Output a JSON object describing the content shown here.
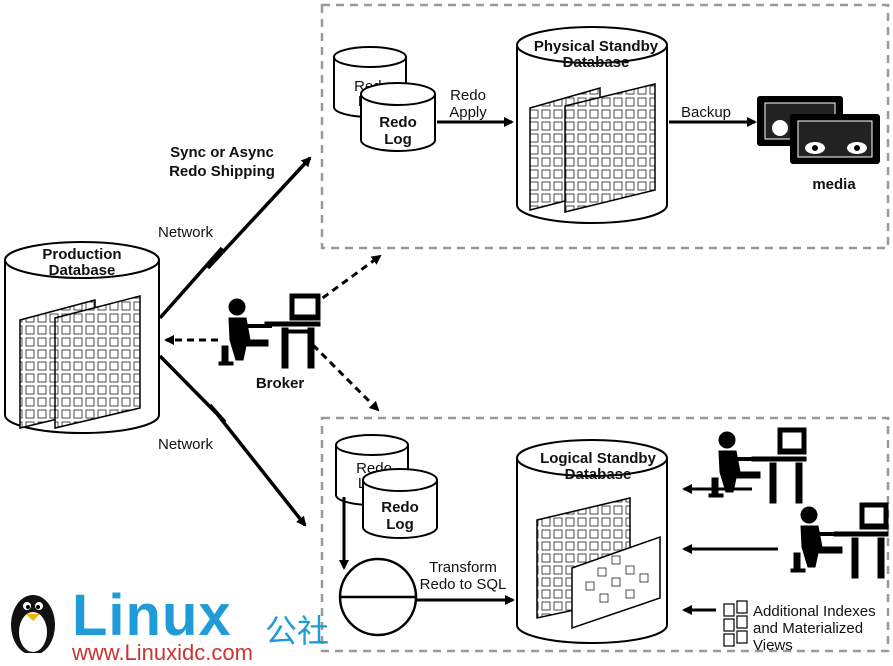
{
  "production": {
    "title_l1": "Production",
    "title_l2": "Database"
  },
  "physical": {
    "title_l1": "Physical Standby",
    "title_l2": "Database"
  },
  "logical": {
    "title_l1": "Logical Standby",
    "title_l2": "Database"
  },
  "redo_log": {
    "back_l1": "Redo",
    "back_l2": "L",
    "front_l1": "Redo",
    "front_l2": "Log"
  },
  "labels": {
    "sync_l1": "Sync or Async",
    "sync_l2": "Redo Shipping",
    "network": "Network",
    "redo_apply_l1": "Redo",
    "redo_apply_l2": "Apply",
    "backup": "Backup",
    "media": "media",
    "broker": "Broker",
    "transform_l1": "Transform",
    "transform_l2": "Redo to SQL",
    "additional_l1": "Additional Indexes",
    "additional_l2": "and Materialized",
    "additional_l3": "Views"
  },
  "watermark": {
    "brand": "Linux",
    "cn": "公社",
    "url": "www.Linuxidc.com"
  }
}
